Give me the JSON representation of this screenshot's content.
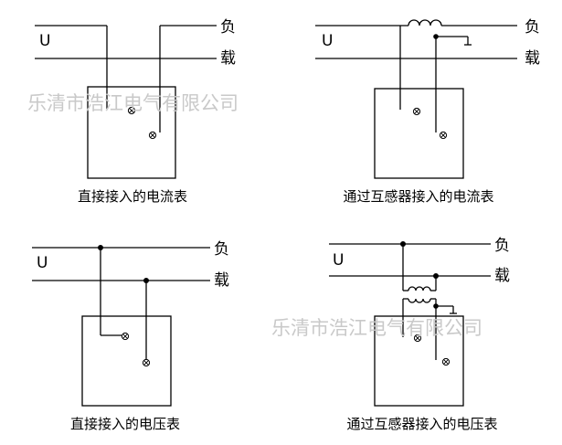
{
  "watermark": "乐清市浩江电气有限公司",
  "panels": [
    {
      "id": "ammeter-direct",
      "source_label": "U",
      "load_top": "负",
      "load_bottom": "载",
      "caption": "直接接入的电流表"
    },
    {
      "id": "ammeter-ct",
      "source_label": "U",
      "load_top": "负",
      "load_bottom": "载",
      "caption": "通过互感器接入的电流表"
    },
    {
      "id": "voltmeter-direct",
      "source_label": "U",
      "load_top": "负",
      "load_bottom": "载",
      "caption": "直接接入的电压表"
    },
    {
      "id": "voltmeter-pt",
      "source_label": "U",
      "load_top": "负",
      "load_bottom": "载",
      "caption": "通过互感器接入的电压表"
    }
  ]
}
